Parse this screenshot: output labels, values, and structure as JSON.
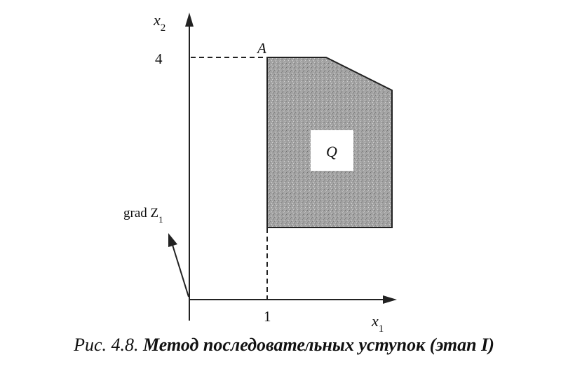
{
  "figure": {
    "axes": {
      "x_label": "x",
      "x_label_sub": "1",
      "y_label": "x",
      "y_label_sub": "2"
    },
    "ticks": {
      "x1_value": "1",
      "x2_value": "4"
    },
    "point_label": "A",
    "region_label": "Q",
    "gradient_label": "grad Z",
    "gradient_label_sub": "1",
    "region_fill": "#9a9a9a"
  },
  "caption": {
    "prefix": "Рис. 4.8.",
    "title": "Метод последовательных уступок",
    "paren_open": " (",
    "stage": "этап I",
    "paren_close": ")"
  }
}
